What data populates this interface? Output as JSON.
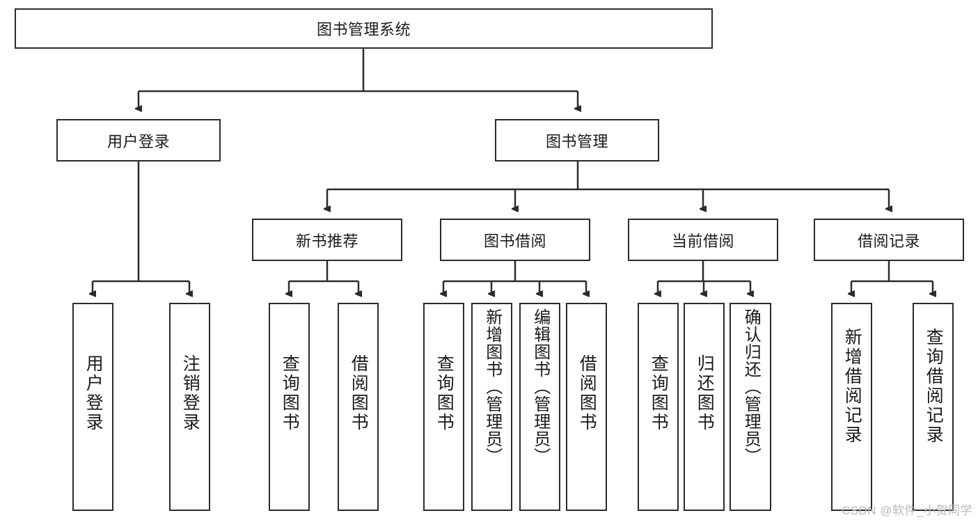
{
  "diagram": {
    "title": "图书管理系统",
    "type": "tree-hierarchy-diagram",
    "watermark": "CSDN @软件_小贺同学",
    "colors": {
      "stroke": "#2b2b2b",
      "fill": "#ffffff",
      "text": "#1a1a1a",
      "watermark": "#b9b9b9"
    },
    "levels": {
      "root": {
        "label": "图书管理系统"
      },
      "level2": [
        {
          "label": "用户登录"
        },
        {
          "label": "图书管理"
        }
      ],
      "level3": [
        {
          "label": "新书推荐"
        },
        {
          "label": "图书借阅"
        },
        {
          "label": "当前借阅"
        },
        {
          "label": "借阅记录"
        }
      ],
      "leaves": {
        "user_login": [
          {
            "label": "用户登录"
          },
          {
            "label": "注销登录"
          }
        ],
        "new_book_recommend": [
          {
            "label": "查询图书"
          },
          {
            "label": "借阅图书"
          }
        ],
        "book_borrow": [
          {
            "label": "查询图书"
          },
          {
            "label": "新增图书（管理员）"
          },
          {
            "label": "编辑图书（管理员）"
          },
          {
            "label": "借阅图书"
          }
        ],
        "current_borrow": [
          {
            "label": "查询图书"
          },
          {
            "label": "归还图书"
          },
          {
            "label": "确认归还（管理员）"
          }
        ],
        "borrow_record": [
          {
            "label": "新增借阅记录"
          },
          {
            "label": "查询借阅记录"
          }
        ]
      }
    }
  }
}
